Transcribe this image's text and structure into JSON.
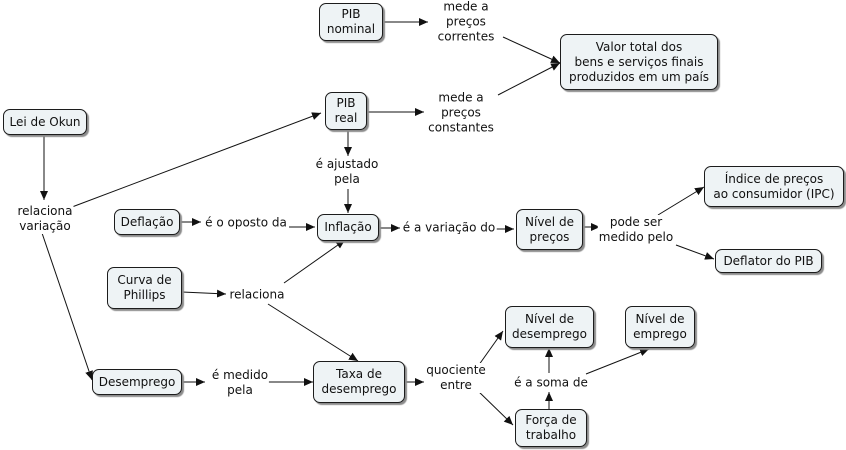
{
  "concepts": {
    "pib_nominal": "PIB\nnominal",
    "pib_real": "PIB\nreal",
    "valor_total": "Valor total dos\nbens e serviços finais\nproduzidos em um país",
    "lei_okun": "Lei de Okun",
    "deflacao": "Deflação",
    "inflacao": "Inflação",
    "nivel_precos": "Nível de\npreços",
    "ipc": "Índice de preços\nao consumidor (IPC)",
    "deflator": "Deflator do PIB",
    "curva_phillips": "Curva de\nPhillips",
    "desemprego": "Desemprego",
    "taxa_desemprego": "Taxa de\ndesemprego",
    "nivel_desemprego": "Nível de\ndesemprego",
    "nivel_emprego": "Nível de\nemprego",
    "forca_trabalho": "Força de\ntrabalho"
  },
  "links": {
    "mede_correntes": "mede a\npreços\ncorrentes",
    "mede_constantes": "mede a\npreços\nconstantes",
    "relaciona_variacao": "relaciona\nvariação",
    "ajustado_pela": "é ajustado\npela",
    "oposto_da": "é o oposto da",
    "variacao_do": "é a variação do",
    "pode_ser_medido": "pode ser\nmedido pelo",
    "relaciona": "relaciona",
    "medido_pela": "é medido\npela",
    "quociente_entre": "quociente\nentre",
    "soma_de": "é a soma de"
  }
}
